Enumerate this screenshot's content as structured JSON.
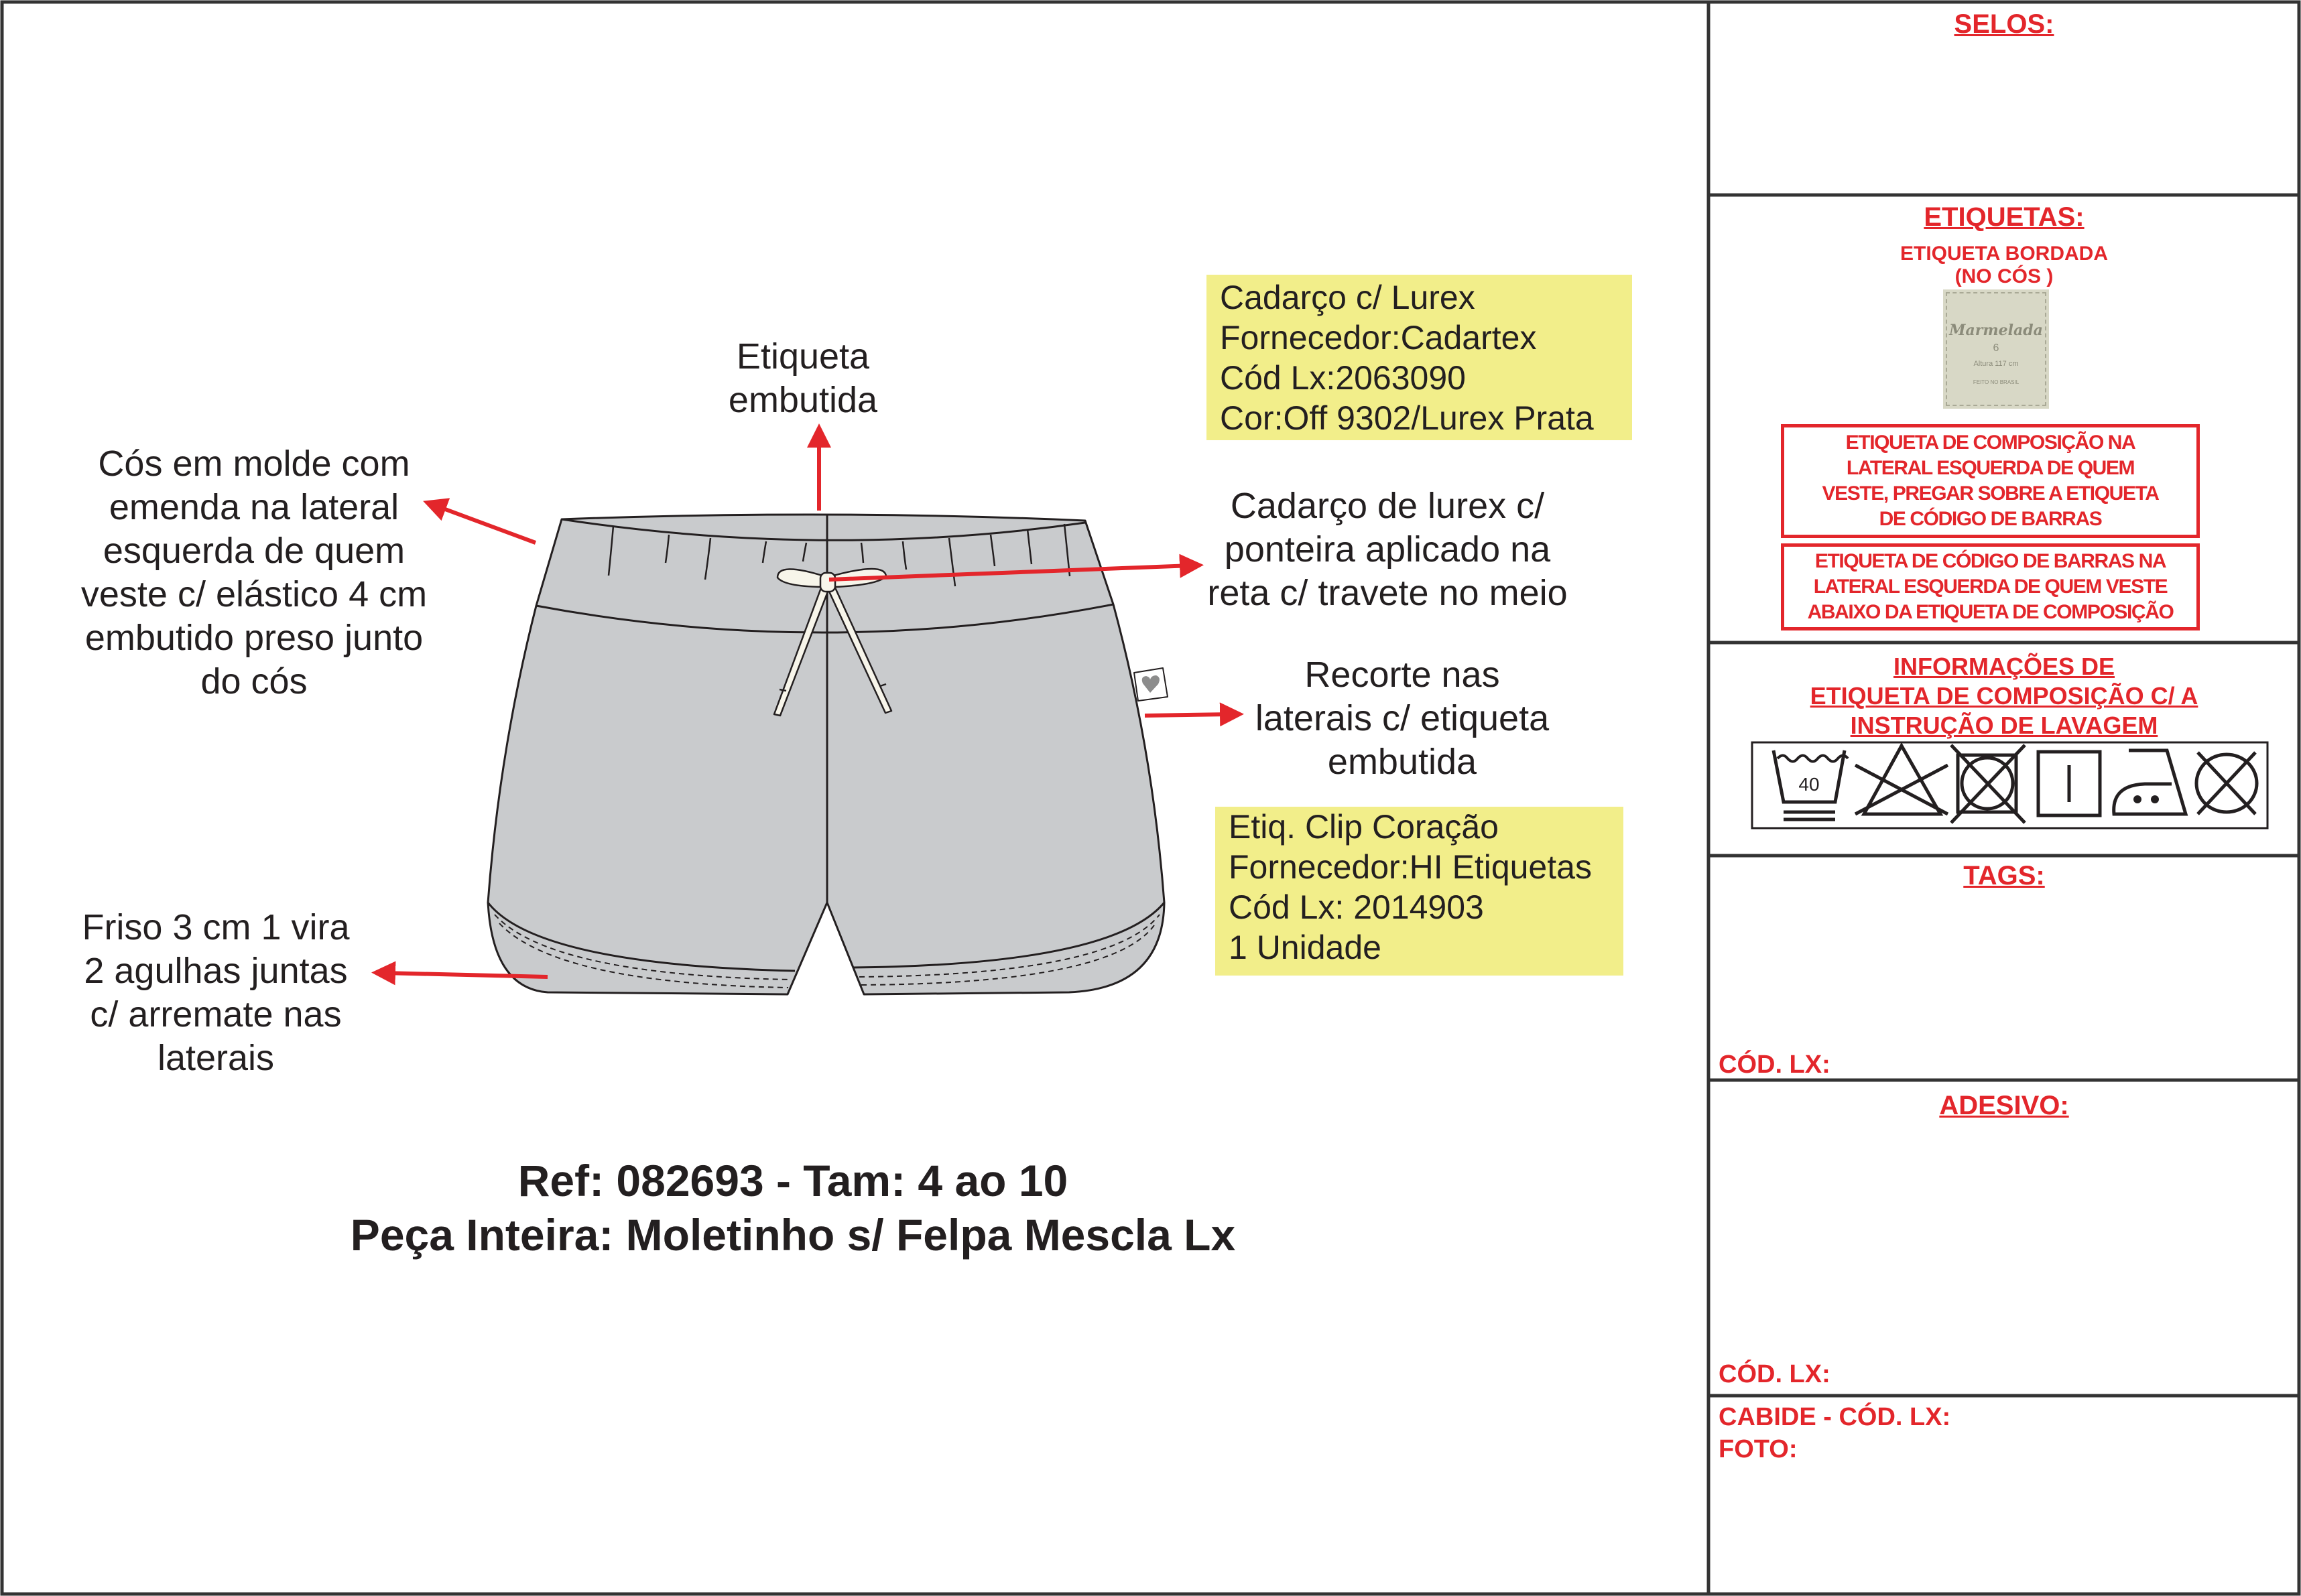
{
  "drawing": {
    "callouts": {
      "etiqueta_embutida": "Etiqueta\nembutida",
      "cos": "Cós em molde com\nemenda na lateral\nesquerda de quem\nveste c/ elástico 4 cm\nembutido preso junto\ndo cós",
      "cadarco": "Cadarço de lurex c/\nponteira aplicado na\nreta c/ travete no meio",
      "recorte": "Recorte nas\nlaterais c/ etiqueta\nembutida",
      "friso": "Friso 3 cm 1 vira\n2 agulhas juntas\nc/ arremate nas\nlaterais"
    },
    "supplier_boxes": [
      {
        "text": "Cadarço c/ Lurex\nFornecedor:Cadartex\nCód Lx:2063090\nCor:Off 9302/Lurex Prata"
      },
      {
        "text": "Etiq. Clip Coração\nFornecedor:HI Etiquetas\nCód Lx: 2014903\n1 Unidade"
      }
    ],
    "ref_line": "Ref: 082693 - Tam: 4 ao 10",
    "fabric_line": "Peça Inteira: Moletinho s/ Felpa Mescla Lx"
  },
  "panel": {
    "selos": "SELOS:",
    "etiquetas": "ETIQUETAS:",
    "etiqueta_bordada": "ETIQUETA BORDADA\n(NO CÓS )",
    "brand_label": {
      "brand": "Marmelada",
      "size": "6",
      "height": "Altura 117 cm",
      "origin": "FEITO NO BRASIL"
    },
    "composicao_note": "ETIQUETA DE COMPOSIÇÃO NA\nLATERAL ESQUERDA DE QUEM\nVESTE, PREGAR SOBRE A ETIQUETA\nDE CÓDIGO DE BARRAS",
    "barras_note": "ETIQUETA DE CÓDIGO DE BARRAS NA\nLATERAL ESQUERDA DE QUEM VESTE\nABAIXO DA ETIQUETA DE COMPOSIÇÃO",
    "info_title": "INFORMAÇÕES DE\nETIQUETA DE COMPOSIÇÃO C/ A\nINSTRUÇÃO DE LAVAGEM",
    "wash_temp": "40",
    "care_icons": [
      "wash-40-delicate-icon",
      "no-bleach-icon",
      "no-tumble-dry-icon",
      "line-dry-icon",
      "iron-medium-icon",
      "no-dry-clean-icon"
    ],
    "tags": "TAGS:",
    "cod_lx_1": "CÓD. LX:",
    "adesivo": "ADESIVO:",
    "cod_lx_2": "CÓD. LX:",
    "cabide": "CABIDE - CÓD. LX:",
    "foto": "FOTO:"
  },
  "colors": {
    "accent_red": "#e3262b",
    "fabric": "#c9cbcd",
    "highlight": "#f2ee8a"
  }
}
